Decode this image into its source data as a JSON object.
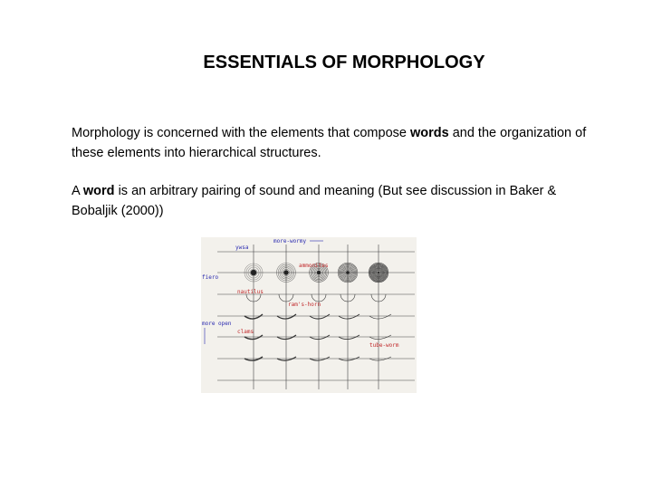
{
  "slide": {
    "title": "ESSENTIALS OF MORPHOLOGY",
    "paragraph1": {
      "before": "Morphology is concerned with the elements that compose ",
      "bold": "words",
      "after": " and the organization of these elements into hierarchical structures."
    },
    "paragraph2": {
      "before": "A ",
      "bold": "word",
      "after": " is an arbitrary pairing of sound and meaning (But see discussion in Baker & Bobaljik (2000))"
    }
  },
  "figure": {
    "labels": {
      "top_axis": "more-wormy",
      "top_left": "ywsa",
      "left_top": "fiero",
      "left_axis": "more open",
      "ammonites": "ammonites",
      "nautilus": "nautilus",
      "rams_horn": "ram's-horn",
      "clams": "clams",
      "tube_worm": "tube-worm"
    },
    "colors": {
      "blue_label": "#2a2ab0",
      "red_label": "#c0282a"
    }
  }
}
